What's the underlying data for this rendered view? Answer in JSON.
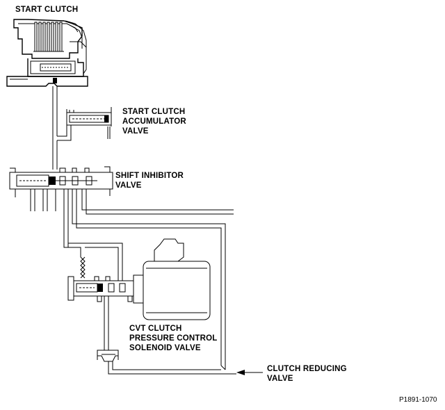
{
  "labels": {
    "start_clutch": "START CLUTCH",
    "accumulator": [
      "START CLUTCH",
      "ACCUMULATOR",
      "VALVE"
    ],
    "shift_inhibitor": [
      "SHIFT INHIBITOR",
      "VALVE"
    ],
    "cvt_solenoid": [
      "CVT CLUTCH",
      "PRESSURE CONTROL",
      "SOLENOID VALVE"
    ],
    "clutch_reducing": [
      "CLUTCH REDUCING",
      "VALVE"
    ]
  },
  "figure_ref": "P1891-1070"
}
